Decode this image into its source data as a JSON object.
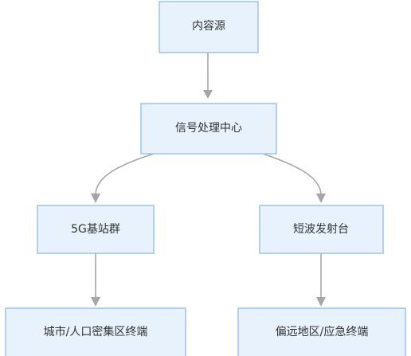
{
  "diagram": {
    "nodes": {
      "source": {
        "label": "内容源"
      },
      "center": {
        "label": "信号处理中心"
      },
      "base5g": {
        "label": "5G基站群"
      },
      "shortwave": {
        "label": "短波发射台"
      },
      "urban": {
        "label": "城市/人口密集区终端"
      },
      "remote": {
        "label": "偏远地区/应急终端"
      }
    },
    "edges": [
      {
        "from": "source",
        "to": "center"
      },
      {
        "from": "center",
        "to": "base5g"
      },
      {
        "from": "center",
        "to": "shortwave"
      },
      {
        "from": "base5g",
        "to": "urban"
      },
      {
        "from": "shortwave",
        "to": "remote"
      }
    ]
  }
}
